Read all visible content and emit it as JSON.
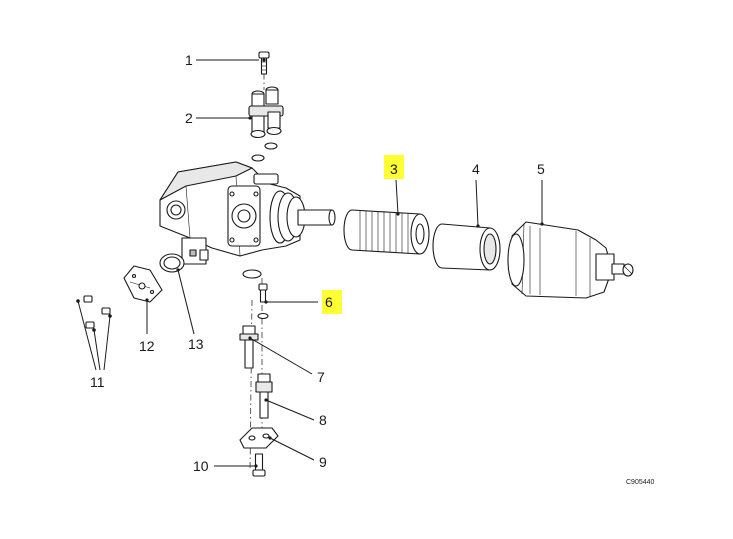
{
  "callouts": [
    {
      "id": "1",
      "label": "1"
    },
    {
      "id": "2",
      "label": "2"
    },
    {
      "id": "3",
      "label": "3"
    },
    {
      "id": "4",
      "label": "4"
    },
    {
      "id": "5",
      "label": "5"
    },
    {
      "id": "6",
      "label": "6"
    },
    {
      "id": "7",
      "label": "7"
    },
    {
      "id": "8",
      "label": "8"
    },
    {
      "id": "9",
      "label": "9"
    },
    {
      "id": "10",
      "label": "10"
    },
    {
      "id": "11",
      "label": "11"
    },
    {
      "id": "12",
      "label": "12"
    },
    {
      "id": "13",
      "label": "13"
    }
  ],
  "highlighted": [
    "3",
    "6"
  ],
  "colors": {
    "highlight": "#ffff33",
    "ink": "#1a1a1a"
  },
  "drawing_ref": "C905440"
}
